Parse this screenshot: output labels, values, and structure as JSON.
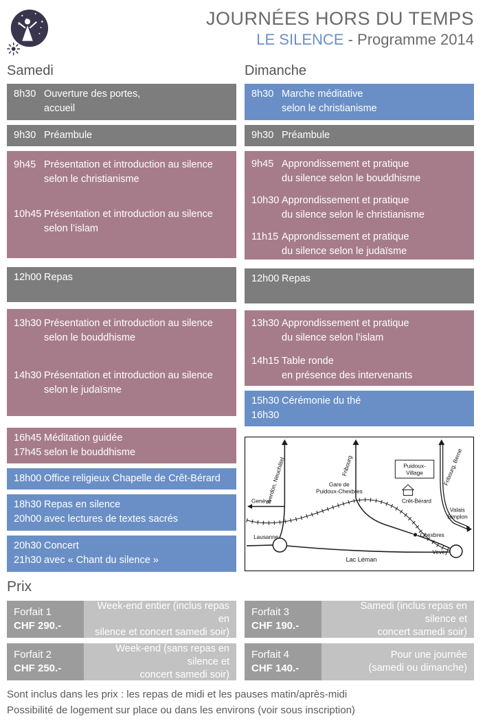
{
  "header": {
    "title": "JOURNÉES HORS DU TEMPS",
    "subtitle_highlight": "LE SILENCE",
    "subtitle_rest": "- Programme 2014"
  },
  "colors": {
    "gray": "#7d7d7d",
    "mauve": "#a67c8b",
    "blue": "#6a8fc6",
    "price_label_bg": "#9c9c9c",
    "price_desc_bg": "#c2c2c2"
  },
  "samedi": {
    "heading": "Samedi",
    "blocks": [
      {
        "color": "gray",
        "entries": [
          {
            "time": "8h30",
            "text": "Ouverture des portes,\naccueil"
          }
        ]
      },
      {
        "color": "gray",
        "entries": [
          {
            "time": "9h30",
            "text": "Préambule"
          }
        ]
      },
      {
        "color": "mauve",
        "entries": [
          {
            "time": "9h45",
            "text": "Présentation et introduction au silence\nselon le christianisme"
          },
          {
            "time": "10h45",
            "text": "Présentation et introduction au silence\nselon l’islam"
          }
        ]
      },
      {
        "color": "gray",
        "entries": [
          {
            "time": "12h00",
            "text": "Repas"
          }
        ]
      },
      {
        "color": "mauve",
        "entries": [
          {
            "time": "13h30",
            "text": "Présentation et introduction au silence\nselon le bouddhisme"
          },
          {
            "time": "14h30",
            "text": "Présentation et introduction au silence\nselon le judaïsme"
          }
        ]
      },
      {
        "color": "mauve",
        "entries": [
          {
            "time": "16h45\n17h45",
            "text": "Méditation guidée\nselon le bouddhisme"
          }
        ]
      },
      {
        "color": "blue",
        "entries": [
          {
            "time": "18h00",
            "text": "Office religieux Chapelle de Crêt-Bérard"
          }
        ]
      },
      {
        "color": "blue",
        "entries": [
          {
            "time": "18h30\n20h00",
            "text": "Repas en silence\navec lectures de textes sacrés"
          }
        ]
      },
      {
        "color": "blue",
        "entries": [
          {
            "time": "20h30\n21h30",
            "text": "Concert\navec « Chant du silence »"
          }
        ]
      }
    ]
  },
  "dimanche": {
    "heading": "Dimanche",
    "blocks": [
      {
        "color": "blue",
        "entries": [
          {
            "time": "8h30",
            "text": "Marche méditative\nselon le christianisme"
          }
        ]
      },
      {
        "color": "gray",
        "entries": [
          {
            "time": "9h30",
            "text": "Préambule"
          }
        ]
      },
      {
        "color": "mauve",
        "entries": [
          {
            "time": "9h45",
            "text": "Approndissement et pratique\ndu silence selon le bouddhisme"
          },
          {
            "time": "10h30",
            "text": "Approndissement et pratique\ndu silence selon le christianisme"
          },
          {
            "time": "11h15",
            "text": "Approndissement et pratique\ndu silence selon le judaïsme"
          }
        ]
      },
      {
        "color": "gray",
        "entries": [
          {
            "time": "12h00",
            "text": "Repas"
          }
        ]
      },
      {
        "color": "mauve",
        "entries": [
          {
            "time": "13h30",
            "text": "Approndissement et pratique\ndu silence selon l’islam"
          },
          {
            "time": "14h15",
            "text": "Table ronde\nen présence des intervenants"
          }
        ]
      },
      {
        "color": "blue",
        "entries": [
          {
            "time": "15h30\n16h30",
            "text": "Cérémonie du thé"
          }
        ]
      }
    ]
  },
  "map": {
    "yverdon_neuchatel": "Yverdon, Neuchâtel",
    "fribourg": "Fribourg",
    "fribourg_berne": "Fribourg, Berne",
    "geneve": "Genève",
    "puidoux_line1": "Puidoux-",
    "puidoux_line2": "Village",
    "gare_line1": "Gare de",
    "gare_line2": "Puidoux-Chexbres",
    "cret_berard": "Crêt-Bérard",
    "valais_line1": "Valais",
    "valais_line2": "Simplon",
    "lausanne": "Lausanne",
    "chexbres": "Chexbres",
    "vevey": "Vevey",
    "lac_leman": "Lac Léman"
  },
  "prix": {
    "heading": "Prix",
    "forfaits": [
      {
        "label": "Forfait 1",
        "price": "CHF 290.-",
        "desc": "Week-end entier (inclus repas en\nsilence et concert samedi soir)"
      },
      {
        "label": "Forfait 2",
        "price": "CHF 250.-",
        "desc": "Week-end (sans repas en silence et\nconcert samedi soir)"
      },
      {
        "label": "Forfait 3",
        "price": "CHF 190.-",
        "desc": "Samedi (inclus repas en silence et\nconcert samedi soir)"
      },
      {
        "label": "Forfait 4",
        "price": "CHF 140.-",
        "desc": "Pour une journée\n(samedi ou dimanche)"
      }
    ]
  },
  "footer": {
    "line1": "Sont inclus dans les prix : les repas de midi et les pauses matin/après-midi",
    "line2": "Possibilité de logement sur place ou dans les environs (voir sous inscription)"
  }
}
